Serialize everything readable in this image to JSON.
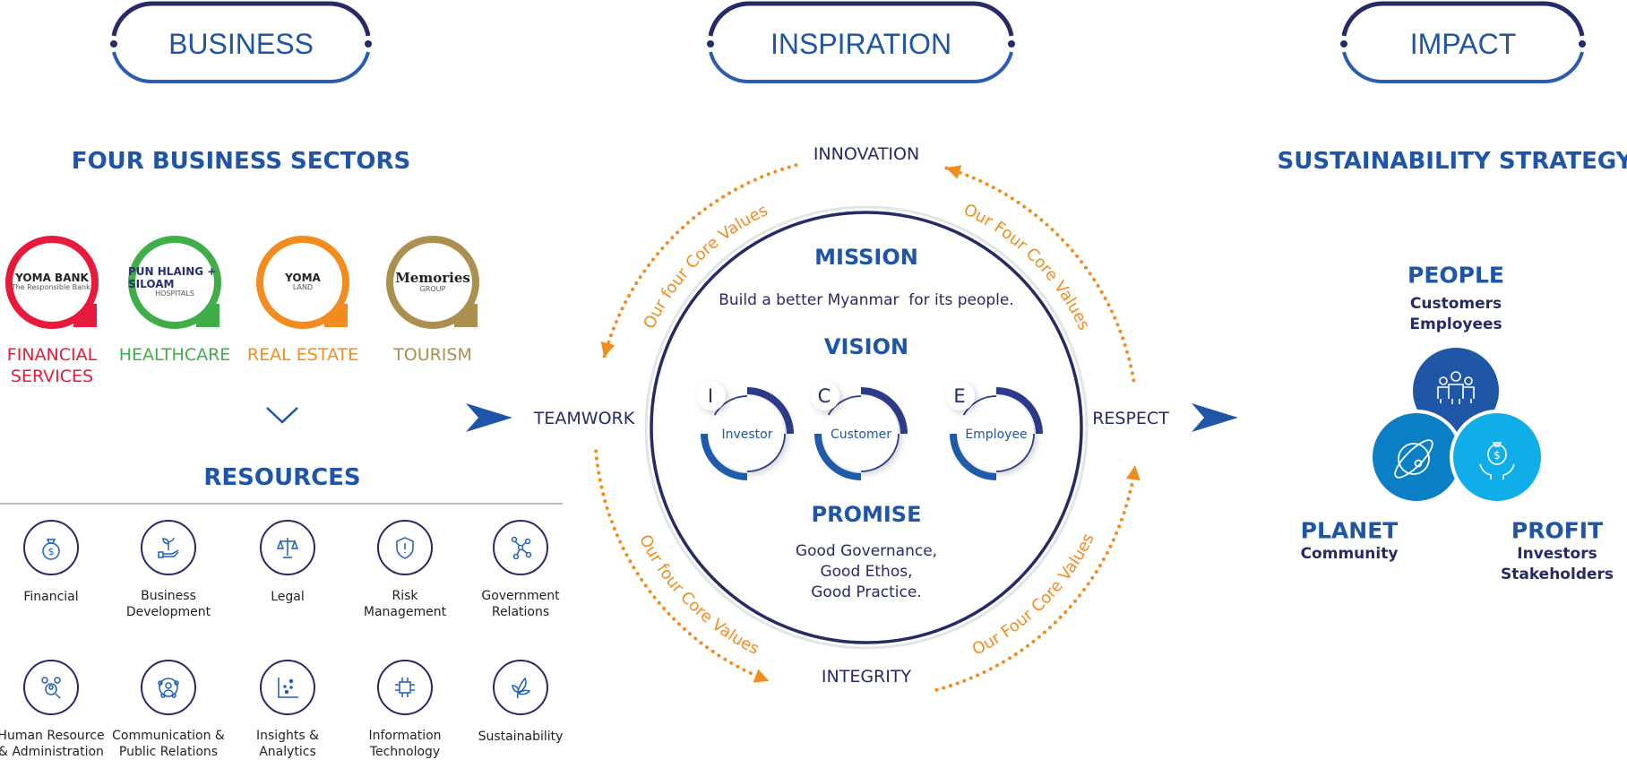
{
  "pills": {
    "business": "BUSINESS",
    "inspiration": "INSPIRATION",
    "impact": "IMPACT"
  },
  "colors": {
    "navy": "#262a66",
    "blue": "#1f55a6",
    "orange": "#f28c1e",
    "red": "#e8193a",
    "green": "#3fae49",
    "gold": "#ab8f4f"
  },
  "business": {
    "title": "FOUR BUSINESS SECTORS",
    "sectors": [
      {
        "label_line1": "FINANCIAL",
        "label_line2": "SERVICES",
        "logo_text": "YOMA BANK",
        "logo_sub": "The Responsible Bank.",
        "color": "#e8193a"
      },
      {
        "label_line1": "HEALTHCARE",
        "logo_text": "PUN HLAING + SILOAM",
        "logo_sub": "HOSPITALS",
        "color": "#3fae49"
      },
      {
        "label_line1": "REAL ESTATE",
        "logo_text": "YOMA",
        "logo_sub": "LAND",
        "color": "#f28c1e"
      },
      {
        "label_line1": "TOURISM",
        "logo_text": "Memories",
        "logo_sub": "GROUP",
        "color": "#ab8f4f"
      }
    ],
    "resources_title": "RESOURCES",
    "resources": [
      {
        "line1": "Financial",
        "line2": "",
        "icon": "money-bag-icon"
      },
      {
        "line1": "Business",
        "line2": "Development",
        "icon": "sprout-hand-icon"
      },
      {
        "line1": "Legal",
        "line2": "",
        "icon": "scales-icon"
      },
      {
        "line1": "Risk",
        "line2": "Management",
        "icon": "shield-alert-icon"
      },
      {
        "line1": "Government",
        "line2": "Relations",
        "icon": "network-icon"
      },
      {
        "line1": "Human Resource",
        "line2": "& Administration",
        "icon": "people-search-icon"
      },
      {
        "line1": "Communication &",
        "line2": "Public Relations",
        "icon": "community-icon"
      },
      {
        "line1": "Insights &",
        "line2": "Analytics",
        "icon": "scatter-plot-icon"
      },
      {
        "line1": "Information",
        "line2": "Technology",
        "icon": "chip-icon"
      },
      {
        "line1": "Sustainability",
        "line2": "",
        "icon": "leaf-icon"
      }
    ]
  },
  "inspiration": {
    "values": {
      "top": "INNOVATION",
      "left": "TEAMWORK",
      "right": "RESPECT",
      "bottom": "INTEGRITY"
    },
    "arc_text": "Our four Core Values",
    "arc_text_alt": "Our Four Core Values",
    "mission_title": "MISSION",
    "mission_text": "Build a better Myanmar  for its people.",
    "vision_title": "VISION",
    "vision_items": [
      {
        "letter": "I",
        "label": "Investor"
      },
      {
        "letter": "C",
        "label": "Customer"
      },
      {
        "letter": "E",
        "label": "Employee"
      }
    ],
    "promise_title": "PROMISE",
    "promise_lines": [
      "Good Governance,",
      "Good Ethos,",
      "Good Practice."
    ]
  },
  "impact": {
    "title": "SUSTAINABILITY STRATEGY",
    "people": {
      "title": "PEOPLE",
      "line1": "Customers",
      "line2": "Employees",
      "color": "#2056a6"
    },
    "planet": {
      "title": "PLANET",
      "line1": "Community",
      "color": "#0a7fc6"
    },
    "profit": {
      "title": "PROFIT",
      "line1": "Investors",
      "line2": "Stakeholders",
      "color": "#10aee8"
    }
  }
}
